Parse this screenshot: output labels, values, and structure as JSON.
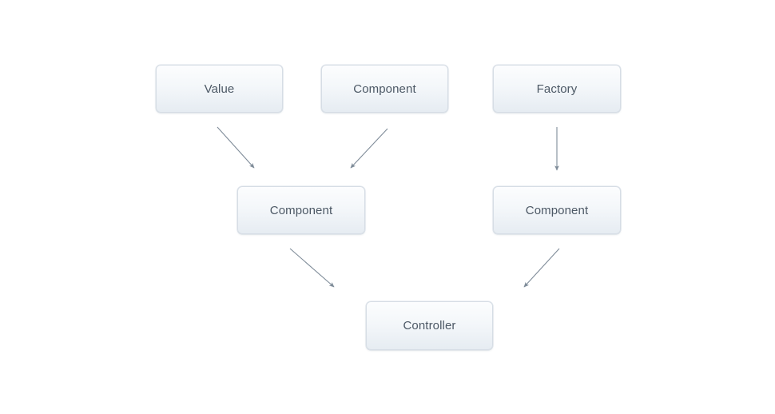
{
  "diagram": {
    "title": "AngularJS provider to component to controller dependency diagram",
    "background_color": "#ffffff",
    "node_fill_top": "#fcfdfe",
    "node_fill_bottom": "#e6ecf2",
    "node_border_color": "#d6dde5",
    "node_text_color": "#4c5865",
    "edge_color": "#7f8c99",
    "nodes": [
      {
        "id": "value",
        "label": "Value",
        "row": "top",
        "column": 1
      },
      {
        "id": "component-top",
        "label": "Component",
        "row": "top",
        "column": 2
      },
      {
        "id": "factory",
        "label": "Factory",
        "row": "top",
        "column": 3
      },
      {
        "id": "component-left",
        "label": "Component",
        "row": "middle",
        "column": 1
      },
      {
        "id": "component-right",
        "label": "Component",
        "row": "middle",
        "column": 2
      },
      {
        "id": "controller",
        "label": "Controller",
        "row": "bottom",
        "column": 1
      }
    ],
    "edges": [
      {
        "id": "edge-value-to-component-left",
        "from": "value",
        "to": "component-left",
        "style": "arrow",
        "direction": "down-right"
      },
      {
        "id": "edge-component-top-to-component-left",
        "from": "component-top",
        "to": "component-left",
        "style": "arrow",
        "direction": "down-left"
      },
      {
        "id": "edge-factory-to-component-right",
        "from": "factory",
        "to": "component-right",
        "style": "arrow",
        "direction": "down"
      },
      {
        "id": "edge-component-left-to-controller",
        "from": "component-left",
        "to": "controller",
        "style": "arrow",
        "direction": "down-right"
      },
      {
        "id": "edge-component-right-to-controller",
        "from": "component-right",
        "to": "controller",
        "style": "arrow",
        "direction": "down-left"
      }
    ]
  }
}
